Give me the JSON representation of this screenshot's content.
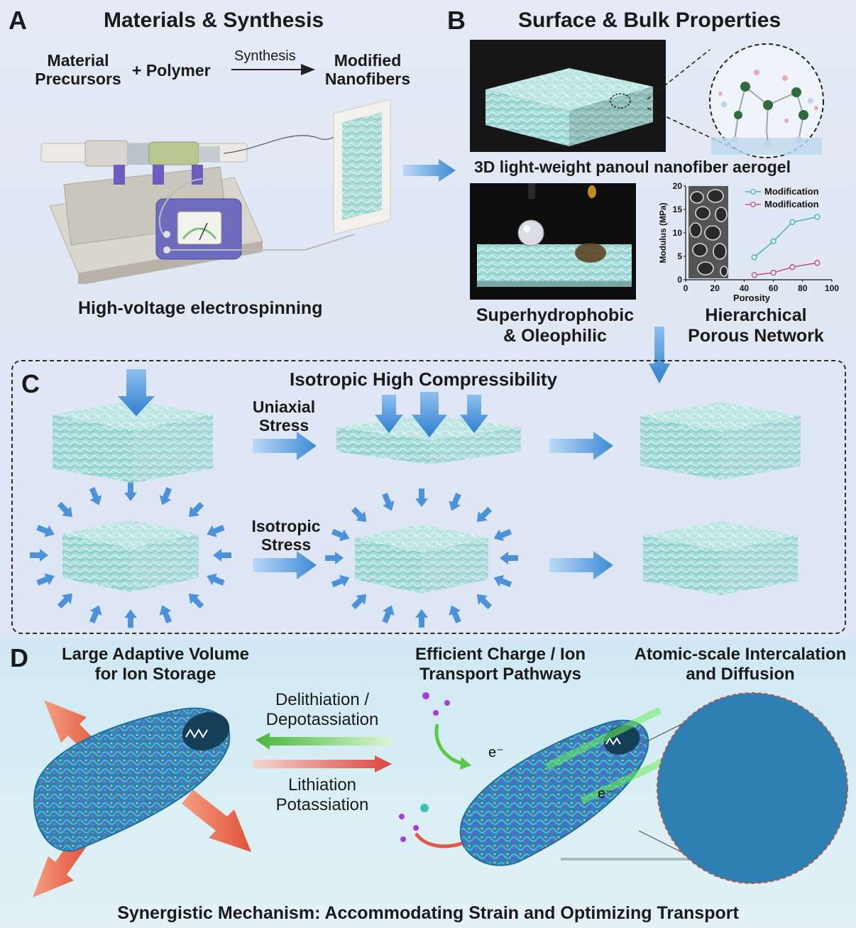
{
  "panel_a": {
    "letter": "A",
    "title": "Materials & Synthesis",
    "precursors_line1": "Material",
    "precursors_line2": "Precursors",
    "plus_polymer": "+ Polymer",
    "synthesis_label": "Synthesis",
    "modified_line1": "Modified",
    "modified_line2": "Nanofibers",
    "caption": "High-voltage electrospinning"
  },
  "panel_b": {
    "letter": "B",
    "title": "Surface & Bulk Properties",
    "aerogel_caption": "3D light-weight panoul nanofiber aerogel",
    "wetting_line1": "Superhydrophobic",
    "wetting_line2": "& Oleophilic",
    "porous_line1": "Hierarchical",
    "porous_line2": "Porous Network"
  },
  "chart_data": {
    "type": "line",
    "xlabel": "Porosity",
    "ylabel": "Modulus (MPa)",
    "xlim": [
      0,
      100
    ],
    "ylim": [
      0,
      20
    ],
    "xticks": [
      "0",
      "20",
      "40",
      "60",
      "80",
      "100"
    ],
    "yticks": [
      "0",
      "5",
      "10",
      "15",
      "20"
    ],
    "legend": "top-right",
    "series": [
      {
        "name": "Modification",
        "color": "#4bb7b9",
        "x": [
          47,
          60,
          73,
          90
        ],
        "y": [
          4.8,
          8.2,
          12.3,
          13.4
        ]
      },
      {
        "name": "Modification",
        "color": "#c0588a",
        "x": [
          47,
          60,
          73,
          90
        ],
        "y": [
          1.0,
          1.5,
          2.7,
          3.6
        ]
      }
    ]
  },
  "panel_c": {
    "letter": "C",
    "title": "Isotropic High Compressibility",
    "uniaxial_line1": "Uniaxial",
    "uniaxial_line2": "Stress",
    "isotropic_line1": "Isotropic",
    "isotropic_line2": "Stress"
  },
  "panel_d": {
    "letter": "D",
    "volume_line1": "Large Adaptive Volume",
    "volume_line2": "for Ion Storage",
    "transport_line1": "Efficient Charge / Ion",
    "transport_line2": "Transport Pathways",
    "atomic_line1": "Atomic-scale Intercalation",
    "atomic_line2": "and Diffusion",
    "delith_line1": "Delithiation /",
    "delith_line2": "Depotassiation",
    "lith_line1": "Lithiation",
    "lith_line2": "Potassiation",
    "electron_1": "e⁻",
    "electron_2": "e⁻",
    "bottom_caption": "Synergistic Mechanism: Accommodating Strain and Optimizing Transport"
  },
  "colors": {
    "aerogel": "#9fd8d6",
    "flow_arrow": "#4a90d9",
    "green_arrow": "#5cc84a",
    "red_arrow": "#e0584a",
    "fiber_blue": "#2f86b8"
  }
}
